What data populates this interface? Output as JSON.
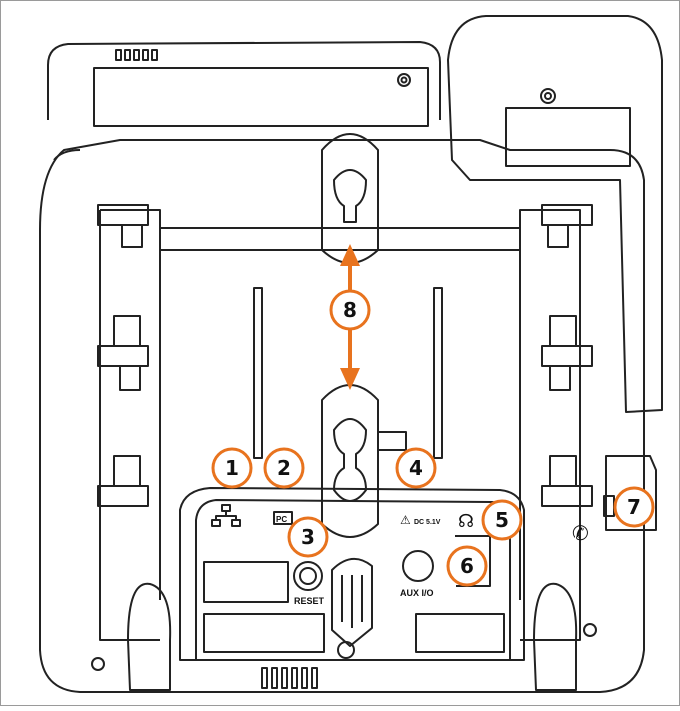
{
  "diagram": {
    "port_labels": {
      "pc": "PC",
      "dc": "DC 5.1V",
      "reset": "RESET",
      "aux": "AUX I/O"
    },
    "callouts": [
      {
        "id": "1",
        "label": "1"
      },
      {
        "id": "2",
        "label": "2"
      },
      {
        "id": "3",
        "label": "3"
      },
      {
        "id": "4",
        "label": "4"
      },
      {
        "id": "5",
        "label": "5"
      },
      {
        "id": "6",
        "label": "6"
      },
      {
        "id": "7",
        "label": "7"
      },
      {
        "id": "8",
        "label": "8"
      }
    ],
    "colors": {
      "callout_border": "#e8731e",
      "arrow": "#e8731e",
      "outline": "#222222",
      "background": "#ffffff"
    }
  }
}
